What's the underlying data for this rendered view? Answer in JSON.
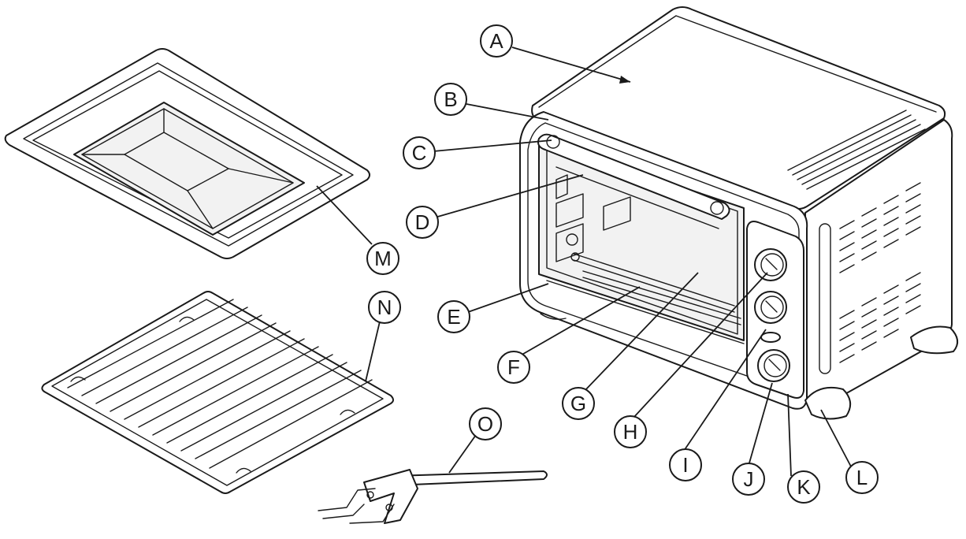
{
  "callouts": [
    {
      "id": "A",
      "label": "A"
    },
    {
      "id": "B",
      "label": "B"
    },
    {
      "id": "C",
      "label": "C"
    },
    {
      "id": "D",
      "label": "D"
    },
    {
      "id": "E",
      "label": "E"
    },
    {
      "id": "F",
      "label": "F"
    },
    {
      "id": "G",
      "label": "G"
    },
    {
      "id": "H",
      "label": "H"
    },
    {
      "id": "I",
      "label": "I"
    },
    {
      "id": "J",
      "label": "J"
    },
    {
      "id": "K",
      "label": "K"
    },
    {
      "id": "L",
      "label": "L"
    },
    {
      "id": "M",
      "label": "M"
    },
    {
      "id": "N",
      "label": "N"
    },
    {
      "id": "O",
      "label": "O"
    }
  ],
  "colors": {
    "line": "#1a1a1a",
    "background": "#ffffff"
  }
}
